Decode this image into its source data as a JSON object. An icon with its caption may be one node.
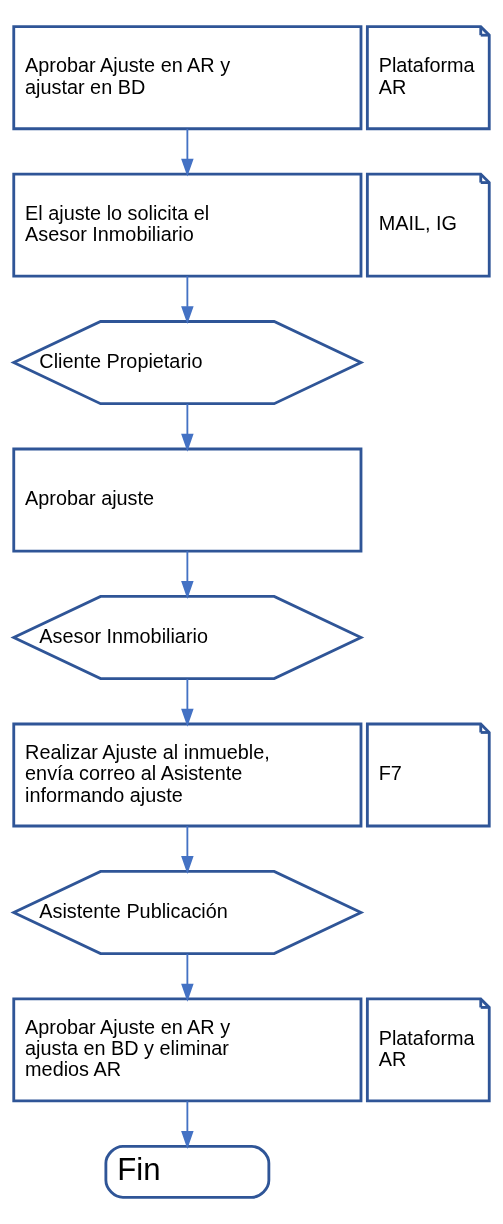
{
  "diagram": {
    "nodes": [
      {
        "text": [
          "Aprobar Ajuste en AR y ajustar en BD"
        ]
      },
      {
        "text": [
          "Plataforma AR"
        ]
      },
      {
        "text": [
          "El ajuste lo solicita el Asesor Inmobiliario"
        ]
      },
      {
        "text": [
          "MAIL, IG"
        ]
      },
      {
        "text": [
          "Cliente Propietario"
        ]
      },
      {
        "text": [
          "Aprobar ajuste"
        ]
      },
      {
        "text": [
          "Asesor Inmobiliario"
        ]
      },
      {
        "text": [
          "Realizar Ajuste al inmueble, envía correo al Asistente informando ajuste"
        ]
      },
      {
        "text": [
          "F7"
        ]
      },
      {
        "text": [
          "Asistente Publicación"
        ]
      },
      {
        "text": [
          "Aprobar Ajuste en AR y ajusta en BD y eliminar medios AR"
        ]
      },
      {
        "text": [
          "Plataforma AR"
        ]
      },
      {
        "text": [
          "Fin"
        ]
      }
    ],
    "edges": [
      {
        "from": 0,
        "to": 2,
        "arrow": "to"
      },
      {
        "from": 2,
        "to": 4,
        "arrow": "to"
      },
      {
        "from": 4,
        "to": 5,
        "arrow": "to"
      },
      {
        "from": 5,
        "to": 6,
        "arrow": "to"
      },
      {
        "from": 6,
        "to": 7,
        "arrow": "to"
      },
      {
        "from": 7,
        "to": 9,
        "arrow": "to"
      },
      {
        "from": 9,
        "to": 10,
        "arrow": "to"
      },
      {
        "from": 10,
        "to": 12,
        "arrow": "to"
      }
    ]
  }
}
